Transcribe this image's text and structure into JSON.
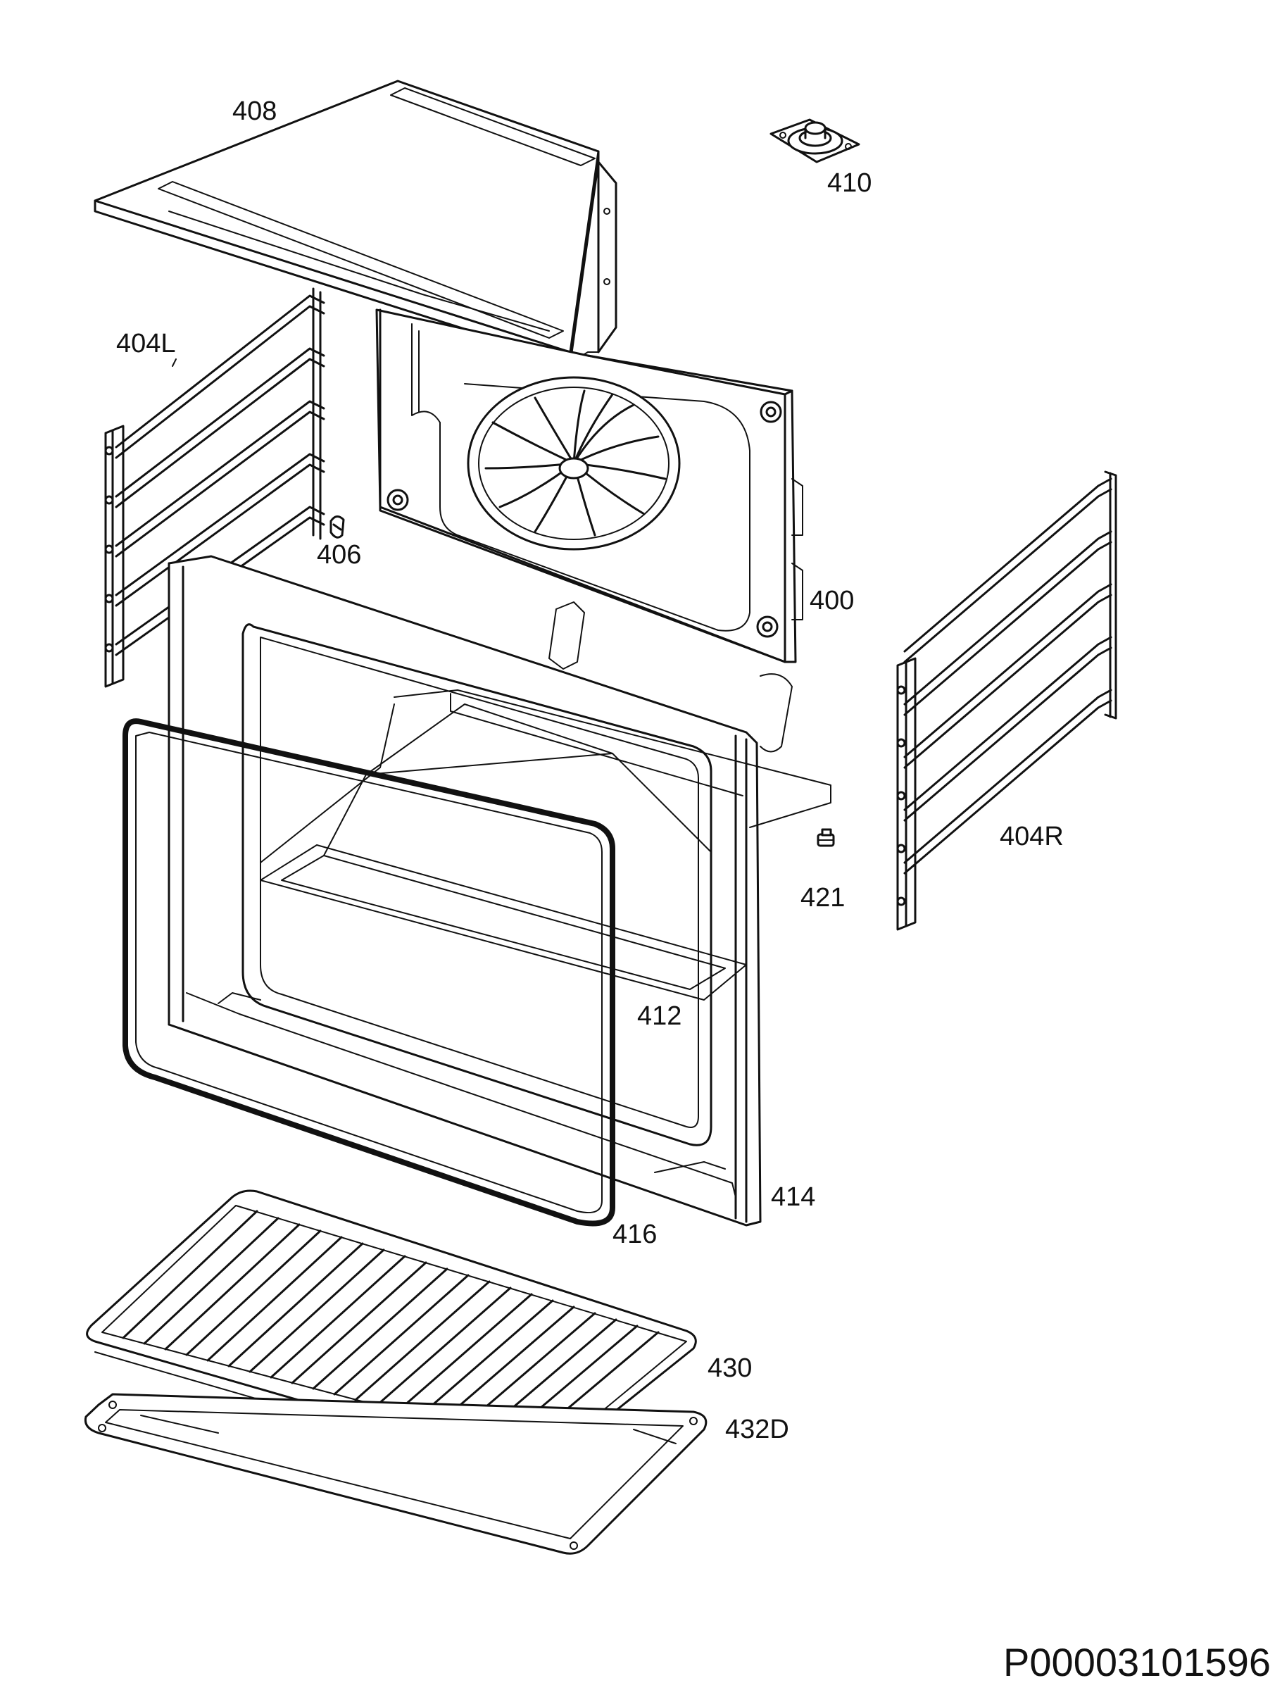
{
  "diagram": {
    "parts": [
      {
        "id": "part-408",
        "label": "408"
      },
      {
        "id": "part-410",
        "label": "410"
      },
      {
        "id": "part-404L",
        "label": "404L"
      },
      {
        "id": "part-406",
        "label": "406"
      },
      {
        "id": "part-400",
        "label": "400"
      },
      {
        "id": "part-404R",
        "label": "404R"
      },
      {
        "id": "part-421",
        "label": "421"
      },
      {
        "id": "part-412",
        "label": "412"
      },
      {
        "id": "part-414",
        "label": "414"
      },
      {
        "id": "part-416",
        "label": "416"
      },
      {
        "id": "part-430",
        "label": "430"
      },
      {
        "id": "part-432D",
        "label": "432D"
      }
    ],
    "document_number": "P00003101596"
  }
}
